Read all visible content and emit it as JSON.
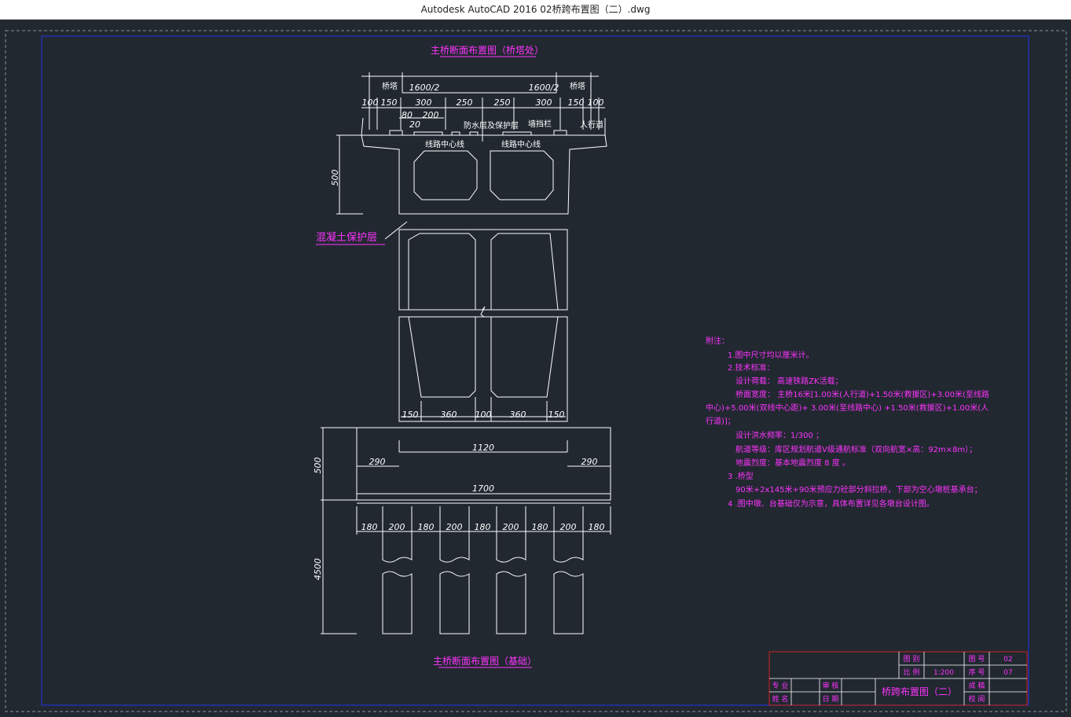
{
  "window": {
    "title": "Autodesk AutoCAD 2016     02桥跨布置图（二）.dwg"
  },
  "drawing": {
    "top_title": "主桥断面布置图（桥塔处）",
    "bottom_title": "主桥断面布置图（基础）",
    "protect_label": "混凝土保护层",
    "top_labels": {
      "tower_left": "桥塔",
      "tower_right": "桥塔",
      "half_left": "1600/2",
      "half_right": "1600/2",
      "dims_row": [
        "100",
        "150",
        "300",
        "250",
        "250",
        "300",
        "150",
        "100"
      ],
      "dim_80": "80",
      "dim_200": "200",
      "dim_20": "20",
      "waterproof": "防水层及保护层",
      "fence": "墙挡栏",
      "sidewalk": "人行道",
      "track_left": "线路中心线",
      "track_right": "线路中心线",
      "height_500": "500"
    },
    "mid_dims": [
      "150",
      "360",
      "100",
      "360",
      "150"
    ],
    "found_dims": {
      "d500": "500",
      "d1120": "1120",
      "d290l": "290",
      "d290r": "290",
      "d1700": "1700",
      "d4500": "4500",
      "piles": [
        "180",
        "200",
        "180",
        "200",
        "180",
        "200",
        "180",
        "200",
        "180"
      ]
    },
    "notes": [
      "附注：",
      "1.图中尺寸均以厘米计。",
      "2.技术标准：",
      "设计荷载：  高速铁路ZK活载；",
      "桥面宽度：  主桥16米[1.00米(人行道)+1.50米(救援区)+3.00米(至线路",
      "中心)+5.00米(双线中心距)+ 3.00米(至线路中心) +1.50米(救援区)+1.00米(人",
      "行道)]；",
      "设计洪水频率：1/300 ；",
      "航道等级：库区规划航道Ⅴ级通航标准（双向航宽×高：92m×8m）；",
      "地震烈度：基本地震烈度 8 度 。",
      "3 .桥型",
      "90米+2x145米+90米预应力砼部分斜拉桥，下部为空心墩桩基承台；",
      "4 .图中墩、台基础仅为示意，具体布置详见各墩台设计图。"
    ]
  },
  "title_block": {
    "row1": [
      "图 别",
      "",
      "图 号",
      "02"
    ],
    "row2": [
      "比 例",
      "1:200",
      "序 号",
      "07"
    ],
    "left_a": [
      "专 业",
      "审 核"
    ],
    "left_b": [
      "姓 名",
      "日 期"
    ],
    "drawing_name": "桥跨布置图（二）",
    "right_a": "成 稿",
    "right_b": "校 阅"
  },
  "colors": {
    "background": "#212830",
    "lines": "#ffffff",
    "annotation": "#ff33ff",
    "border_blue": "#2233cc",
    "title_block_red": "#cc2222"
  }
}
